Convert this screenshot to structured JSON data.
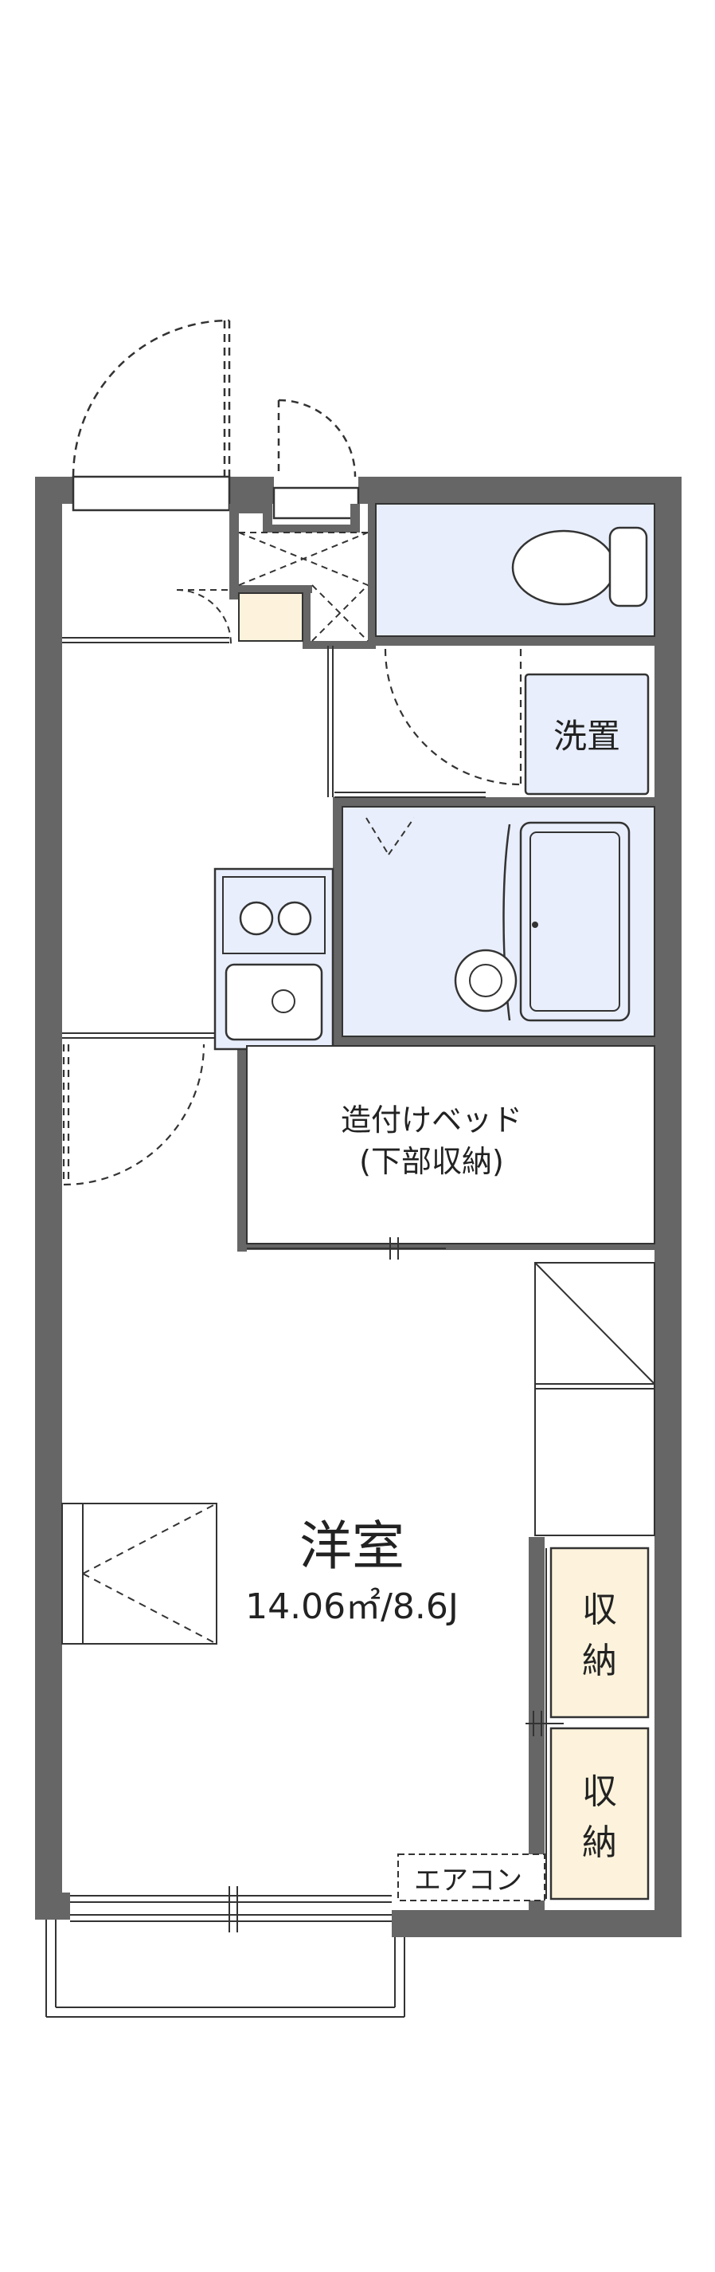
{
  "rooms": {
    "main_room_name": "洋室",
    "main_room_area": "14.06㎡/8.6J",
    "wash_area": "洗置",
    "built_in_bed_line1": "造付けベッド",
    "built_in_bed_line2": "(下部収納)",
    "closet_1_line1": "収",
    "closet_1_line2": "納",
    "closet_2_line1": "収",
    "closet_2_line2": "納",
    "aircon": "エアコン"
  },
  "colors": {
    "wall": "#666666",
    "wet_area_fill": "#e8eefb",
    "wet_area_stroke": "#333333",
    "storage_fill": "#fdf3dc",
    "line": "#333333"
  }
}
